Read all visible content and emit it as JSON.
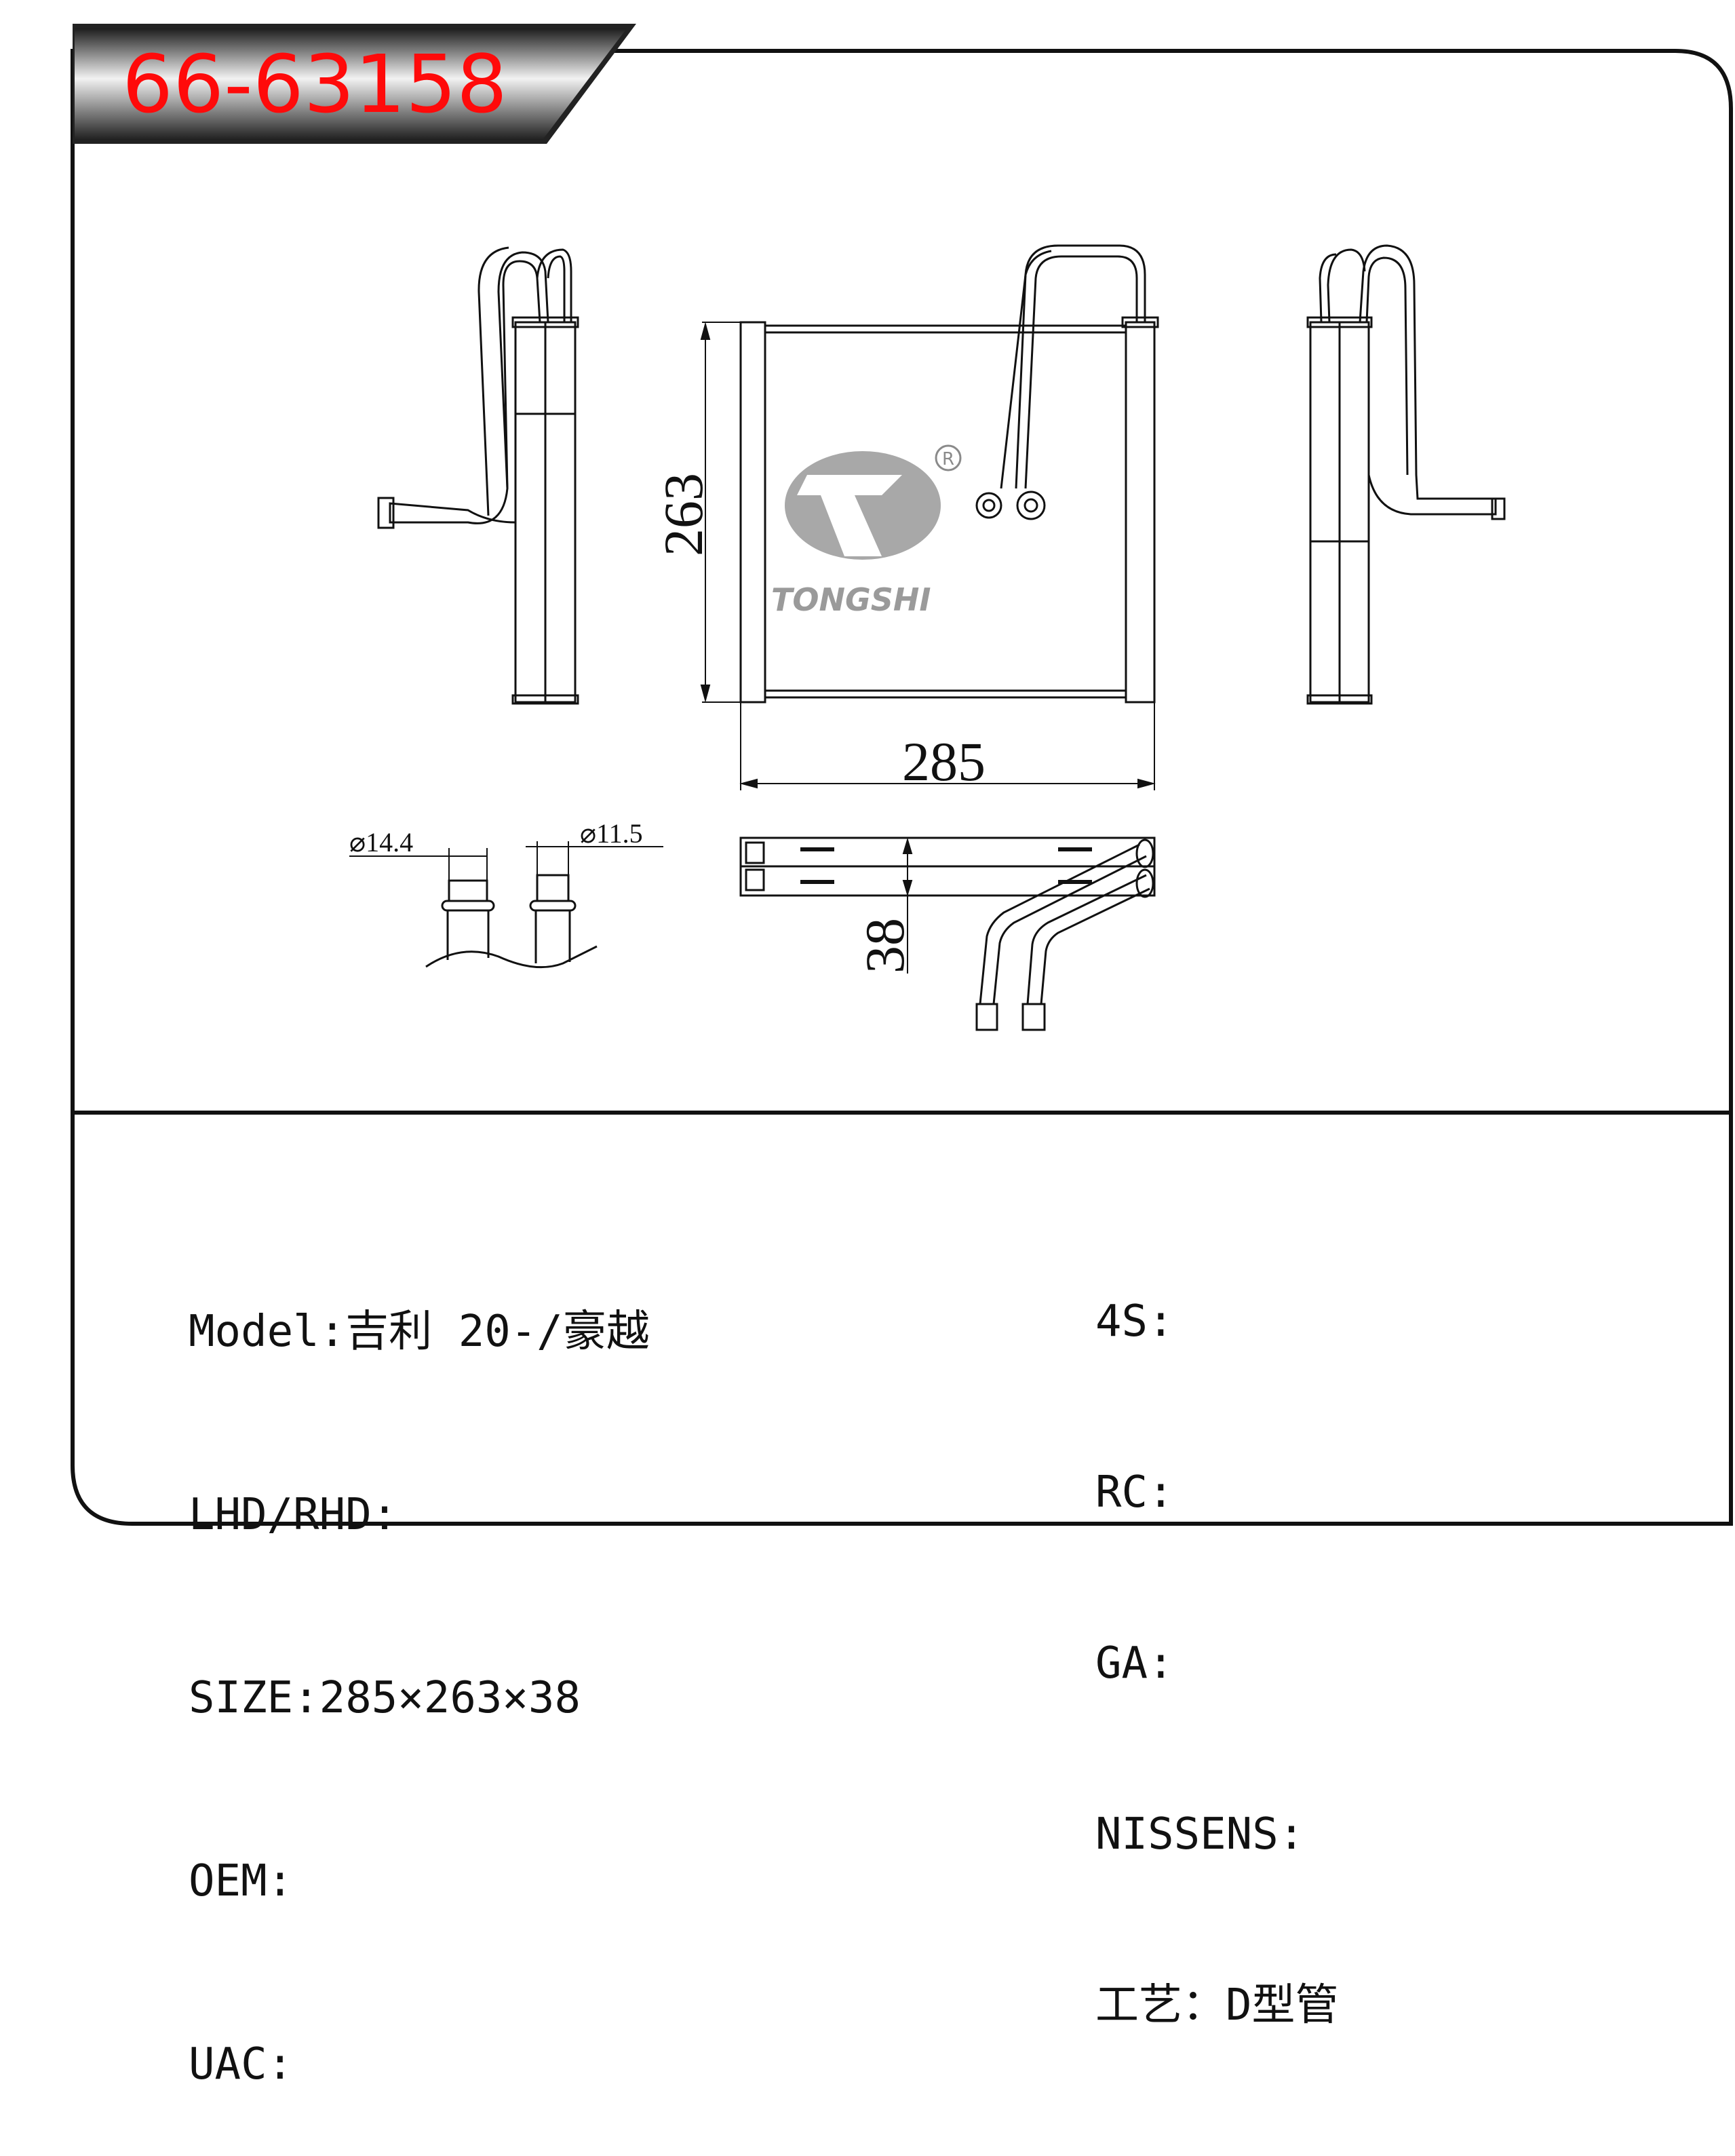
{
  "header": {
    "part_number": "66-63158"
  },
  "drawing": {
    "dim_height": "263",
    "dim_width": "285",
    "dim_depth": "38",
    "pipe_diameter_1": "⌀14.4",
    "pipe_diameter_2": "⌀11.5",
    "logo_text": "TONGSHI",
    "registered_mark": "R",
    "logo_color": "#9a9a9a"
  },
  "specs_left": [
    {
      "label": "Model:",
      "value": "吉利 20-/豪越"
    },
    {
      "label": "LHD/RHD:",
      "value": ""
    },
    {
      "label": "SIZE:",
      "value": "285×263×38"
    },
    {
      "label": "OEM:",
      "value": ""
    },
    {
      "label": "UAC:",
      "value": ""
    }
  ],
  "specs_right": [
    {
      "label": "4S:",
      "value": ""
    },
    {
      "label": "RC:",
      "value": ""
    },
    {
      "label": "GA:",
      "value": ""
    },
    {
      "label": "NISSENS:",
      "value": ""
    },
    {
      "label": "工艺：",
      "value": "D型管"
    }
  ],
  "colors": {
    "part_number": "#ff0a0a",
    "header_band": "#2a2a2a",
    "line": "#111111"
  }
}
